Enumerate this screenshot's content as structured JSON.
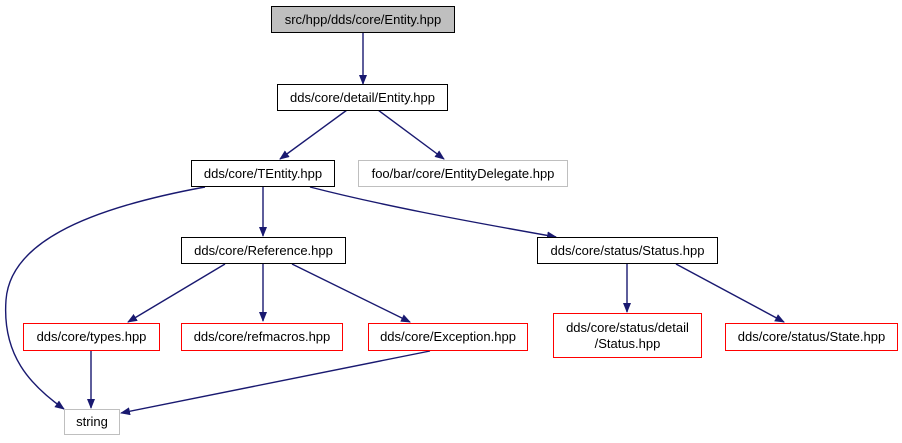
{
  "colors": {
    "edge": "#191970",
    "root_fill": "#bfbfbf",
    "documented_border": "#000000",
    "undocumented_border": "#ff0000",
    "external_border": "#bfbfbf"
  },
  "nodes": {
    "root": "src/hpp/dds/core/Entity.hpp",
    "detail_entity": "dds/core/detail/Entity.hpp",
    "tentity": "dds/core/TEntity.hpp",
    "entity_delegate": "foo/bar/core/EntityDelegate.hpp",
    "reference": "dds/core/Reference.hpp",
    "status": "dds/core/status/Status.hpp",
    "types": "dds/core/types.hpp",
    "refmacros": "dds/core/refmacros.hpp",
    "exception": "dds/core/Exception.hpp",
    "status_detail": "dds/core/status/detail\n/Status.hpp",
    "state": "dds/core/status/State.hpp",
    "string": "string"
  }
}
